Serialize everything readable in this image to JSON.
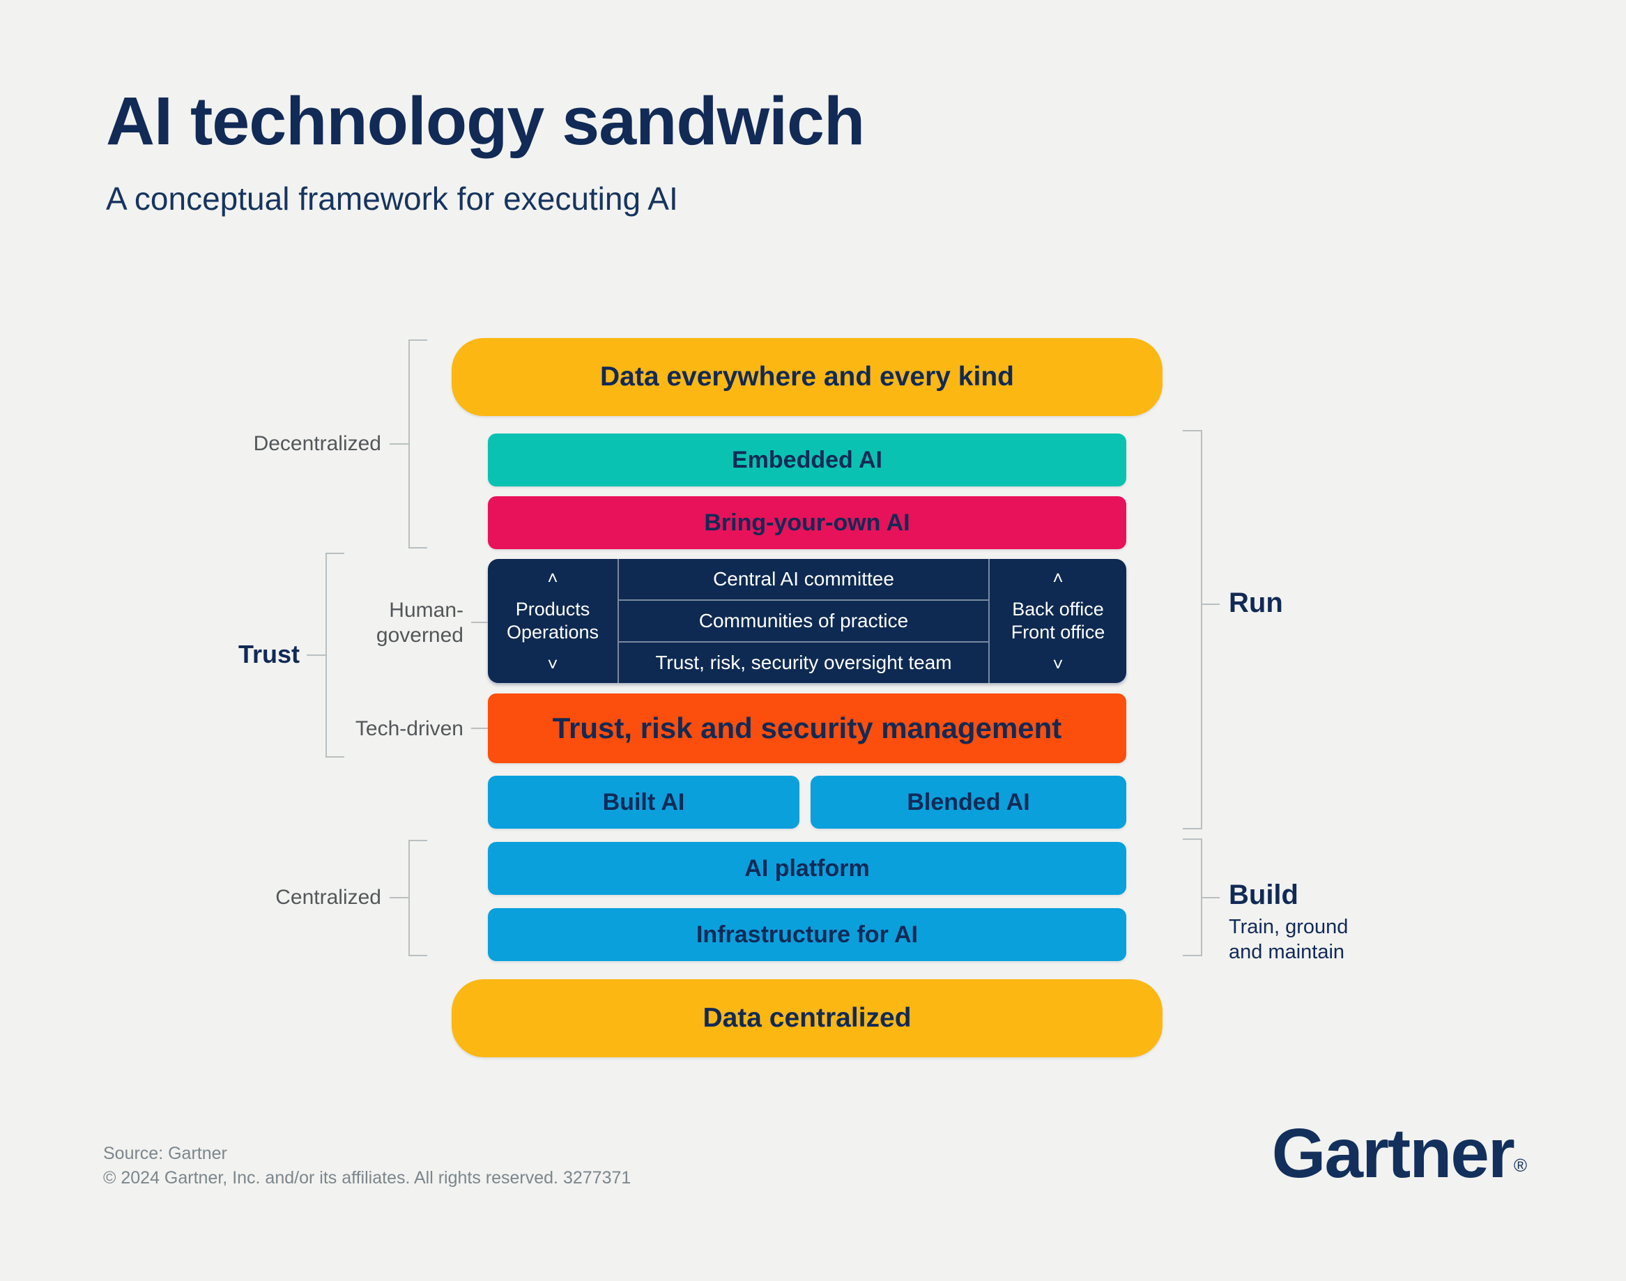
{
  "header": {
    "title": "AI technology sandwich",
    "subtitle": "A conceptual framework for executing AI"
  },
  "colors": {
    "background": "#F2F2F0",
    "yellow": "#FCB713",
    "teal": "#0AC2B1",
    "pink": "#E8125A",
    "navy_box": "#0E2A52",
    "orange": "#FC4E0C",
    "blue": "#0AA0DC",
    "navy_text": "#112A56",
    "label_gray": "#53575A",
    "bracket_gray": "#B9BFC1"
  },
  "bars": {
    "data_everywhere": "Data everywhere and every kind",
    "embedded_ai": "Embedded AI",
    "byo_ai": "Bring-your-own AI",
    "trust_mgmt": "Trust, risk and security management",
    "built_ai": "Built AI",
    "blended_ai": "Blended AI",
    "ai_platform": "AI platform",
    "infrastructure": "Infrastructure for AI",
    "data_centralized": "Data centralized"
  },
  "governance": {
    "up_arrow": "˄",
    "down_arrow": "˅",
    "left_line1": "Products",
    "left_line2": "Operations",
    "row1": "Central AI committee",
    "row2": "Communities of practice",
    "row3": "Trust, risk, security oversight team",
    "right_line1": "Back office",
    "right_line2": "Front office"
  },
  "labels": {
    "decentralized": "Decentralized",
    "trust": "Trust",
    "human_governed_line1": "Human-",
    "human_governed_line2": "governed",
    "tech_driven": "Tech-driven",
    "centralized": "Centralized",
    "run": "Run",
    "build": "Build",
    "build_sub_line1": "Train, ground",
    "build_sub_line2": "and maintain"
  },
  "footer": {
    "source": "Source: Gartner",
    "copyright": "© 2024 Gartner, Inc. and/or its affiliates. All rights reserved. 3277371",
    "logo": "Gartner",
    "logo_reg": "®"
  }
}
